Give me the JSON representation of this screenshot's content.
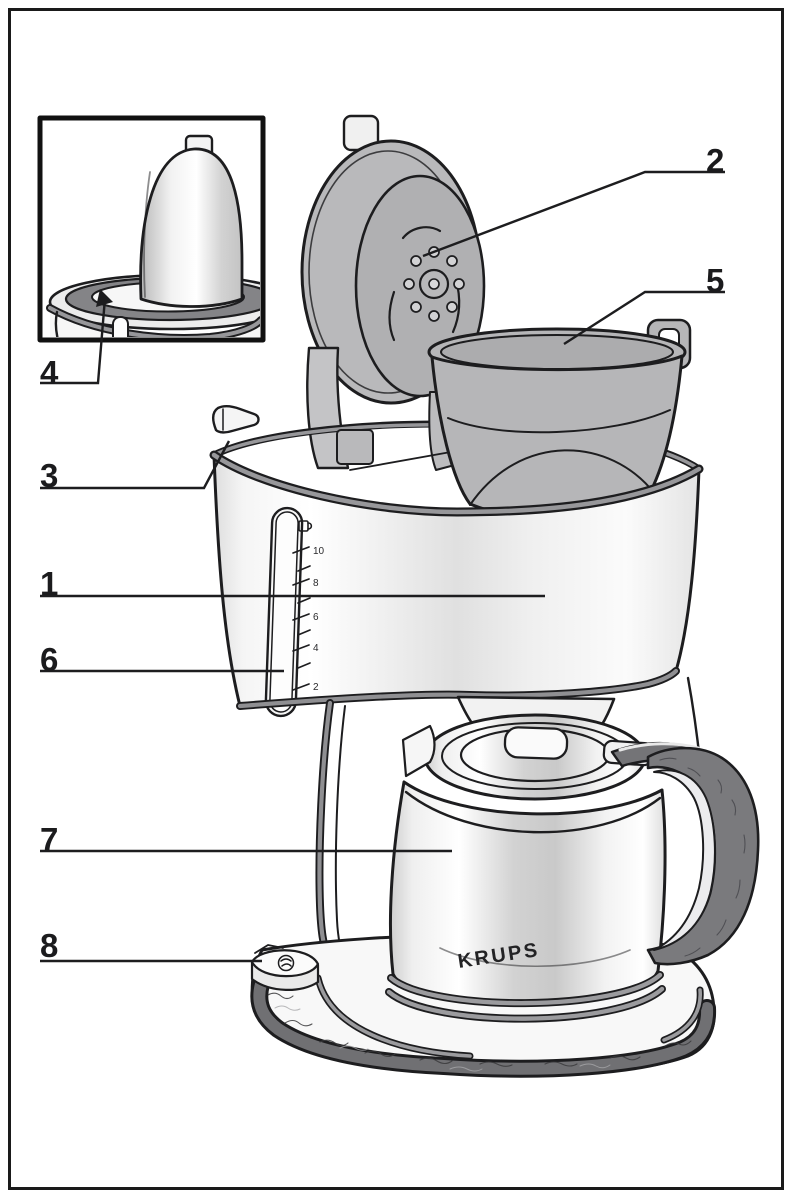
{
  "diagram": {
    "brand": "KRUPS",
    "callouts": [
      {
        "label": "1"
      },
      {
        "label": "2"
      },
      {
        "label": "3"
      },
      {
        "label": "4"
      },
      {
        "label": "5"
      },
      {
        "label": "6"
      },
      {
        "label": "7"
      },
      {
        "label": "8"
      }
    ],
    "water_gauge": {
      "levels": [
        "10",
        "8",
        "6",
        "4",
        "2"
      ]
    },
    "colors": {
      "outline": "#1d1d1f",
      "part_gray": "#b6b6b8",
      "seal_gray": "#848487",
      "rim_gray": "#97979a",
      "texture_dark": "#707073",
      "background": "#ffffff"
    }
  }
}
